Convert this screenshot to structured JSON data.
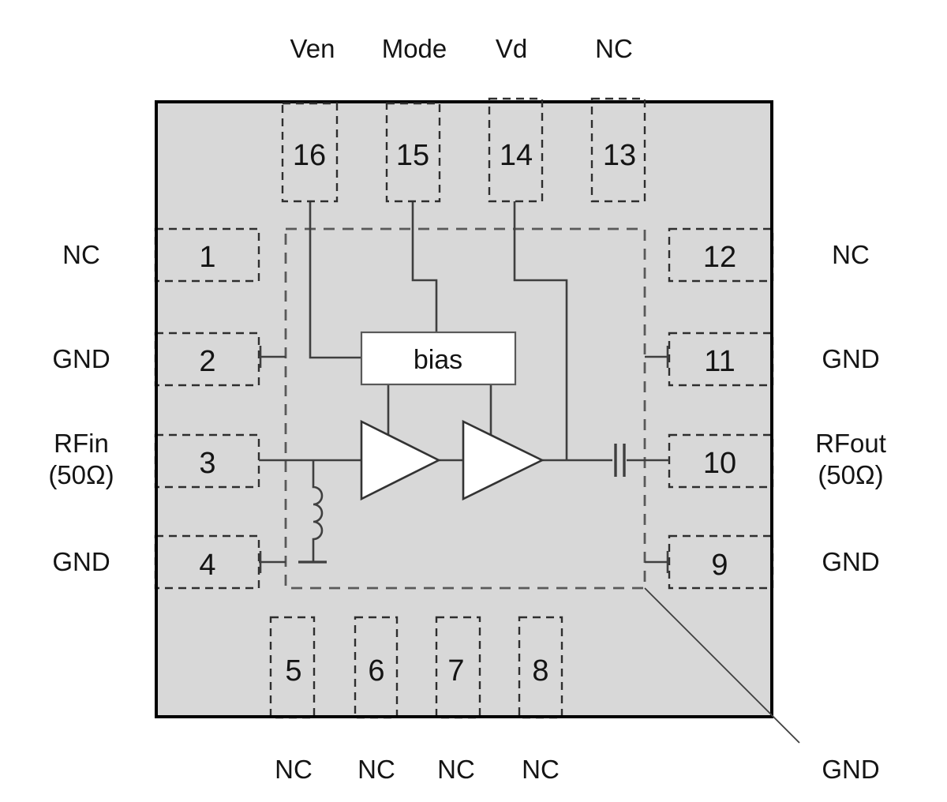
{
  "colors": {
    "chip_fill": "#d8d8d8",
    "trace": "#3f3f3f",
    "pin_dash": "#2e2e2e",
    "pad_dash": "#595959",
    "text": "#141414",
    "background": "#ffffff"
  },
  "pins": {
    "top": [
      {
        "number": "16",
        "label": "Ven"
      },
      {
        "number": "15",
        "label": "Mode"
      },
      {
        "number": "14",
        "label": "Vd"
      },
      {
        "number": "13",
        "label": "NC"
      }
    ],
    "left": [
      {
        "number": "1",
        "label": "NC"
      },
      {
        "number": "2",
        "label": "GND"
      },
      {
        "number": "3",
        "label": "RFin",
        "label2": "(50Ω)"
      },
      {
        "number": "4",
        "label": "GND"
      }
    ],
    "right": [
      {
        "number": "12",
        "label": "NC"
      },
      {
        "number": "11",
        "label": "GND"
      },
      {
        "number": "10",
        "label": "RFout",
        "label2": "(50Ω)"
      },
      {
        "number": "9",
        "label": "GND"
      }
    ],
    "bottom": [
      {
        "number": "5",
        "label": "NC"
      },
      {
        "number": "6",
        "label": "NC"
      },
      {
        "number": "7",
        "label": "NC"
      },
      {
        "number": "8",
        "label": "NC"
      }
    ]
  },
  "blocks": {
    "bias": "bias"
  },
  "exposed_pad": {
    "label": "GND"
  }
}
